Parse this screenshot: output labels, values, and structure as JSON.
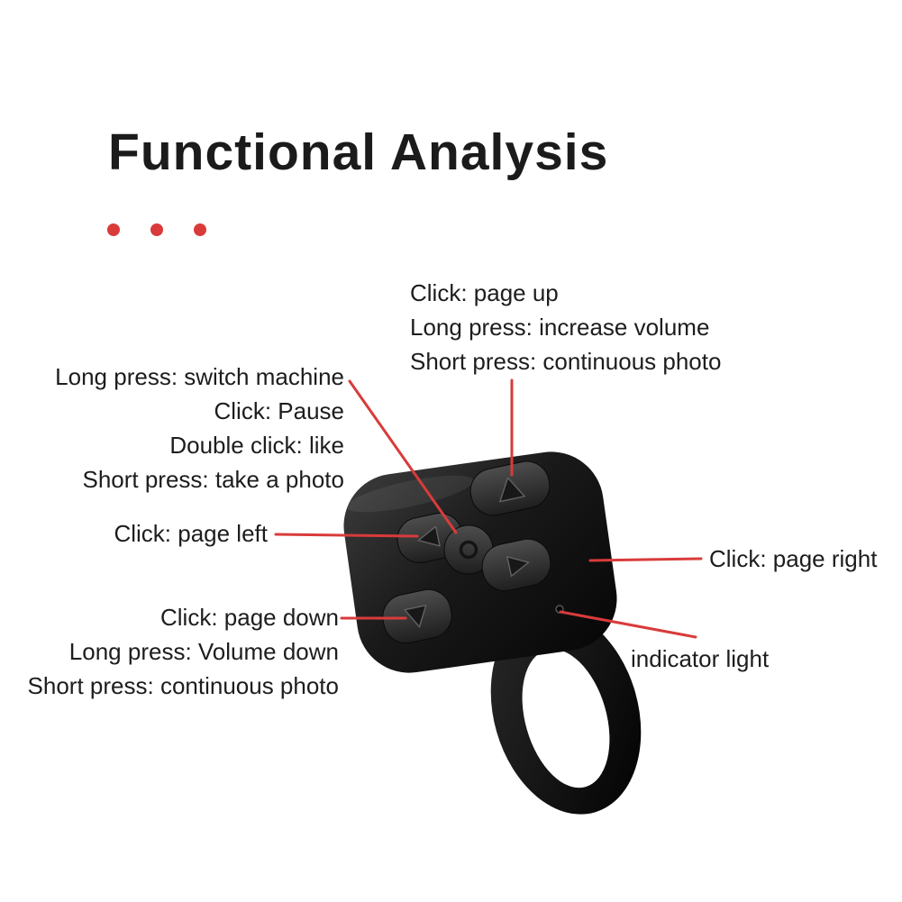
{
  "page": {
    "title": "Functional Analysis",
    "accent_color": "#d93b3b",
    "text_color": "#1d1d1d",
    "background": "#ffffff"
  },
  "device": {
    "type": "ring-remote-control",
    "body_color": "#161616",
    "button_color": "#333333",
    "buttons": [
      "up",
      "left",
      "center",
      "right",
      "down"
    ]
  },
  "annotations": {
    "top_button": {
      "lines": [
        "Click: page up",
        "Long press: increase volume",
        "Short press: continuous photo"
      ]
    },
    "center_button": {
      "lines": [
        "Long press: switch machine",
        "Click: Pause",
        "Double click: like",
        "Short press: take a photo"
      ]
    },
    "left_button": {
      "label": "Click: page left"
    },
    "right_button": {
      "label": "Click: page right"
    },
    "bottom_button": {
      "lines": [
        "Click: page down",
        "Long press: Volume down",
        "Short press: continuous photo"
      ]
    },
    "indicator": {
      "label": "indicator light"
    }
  }
}
